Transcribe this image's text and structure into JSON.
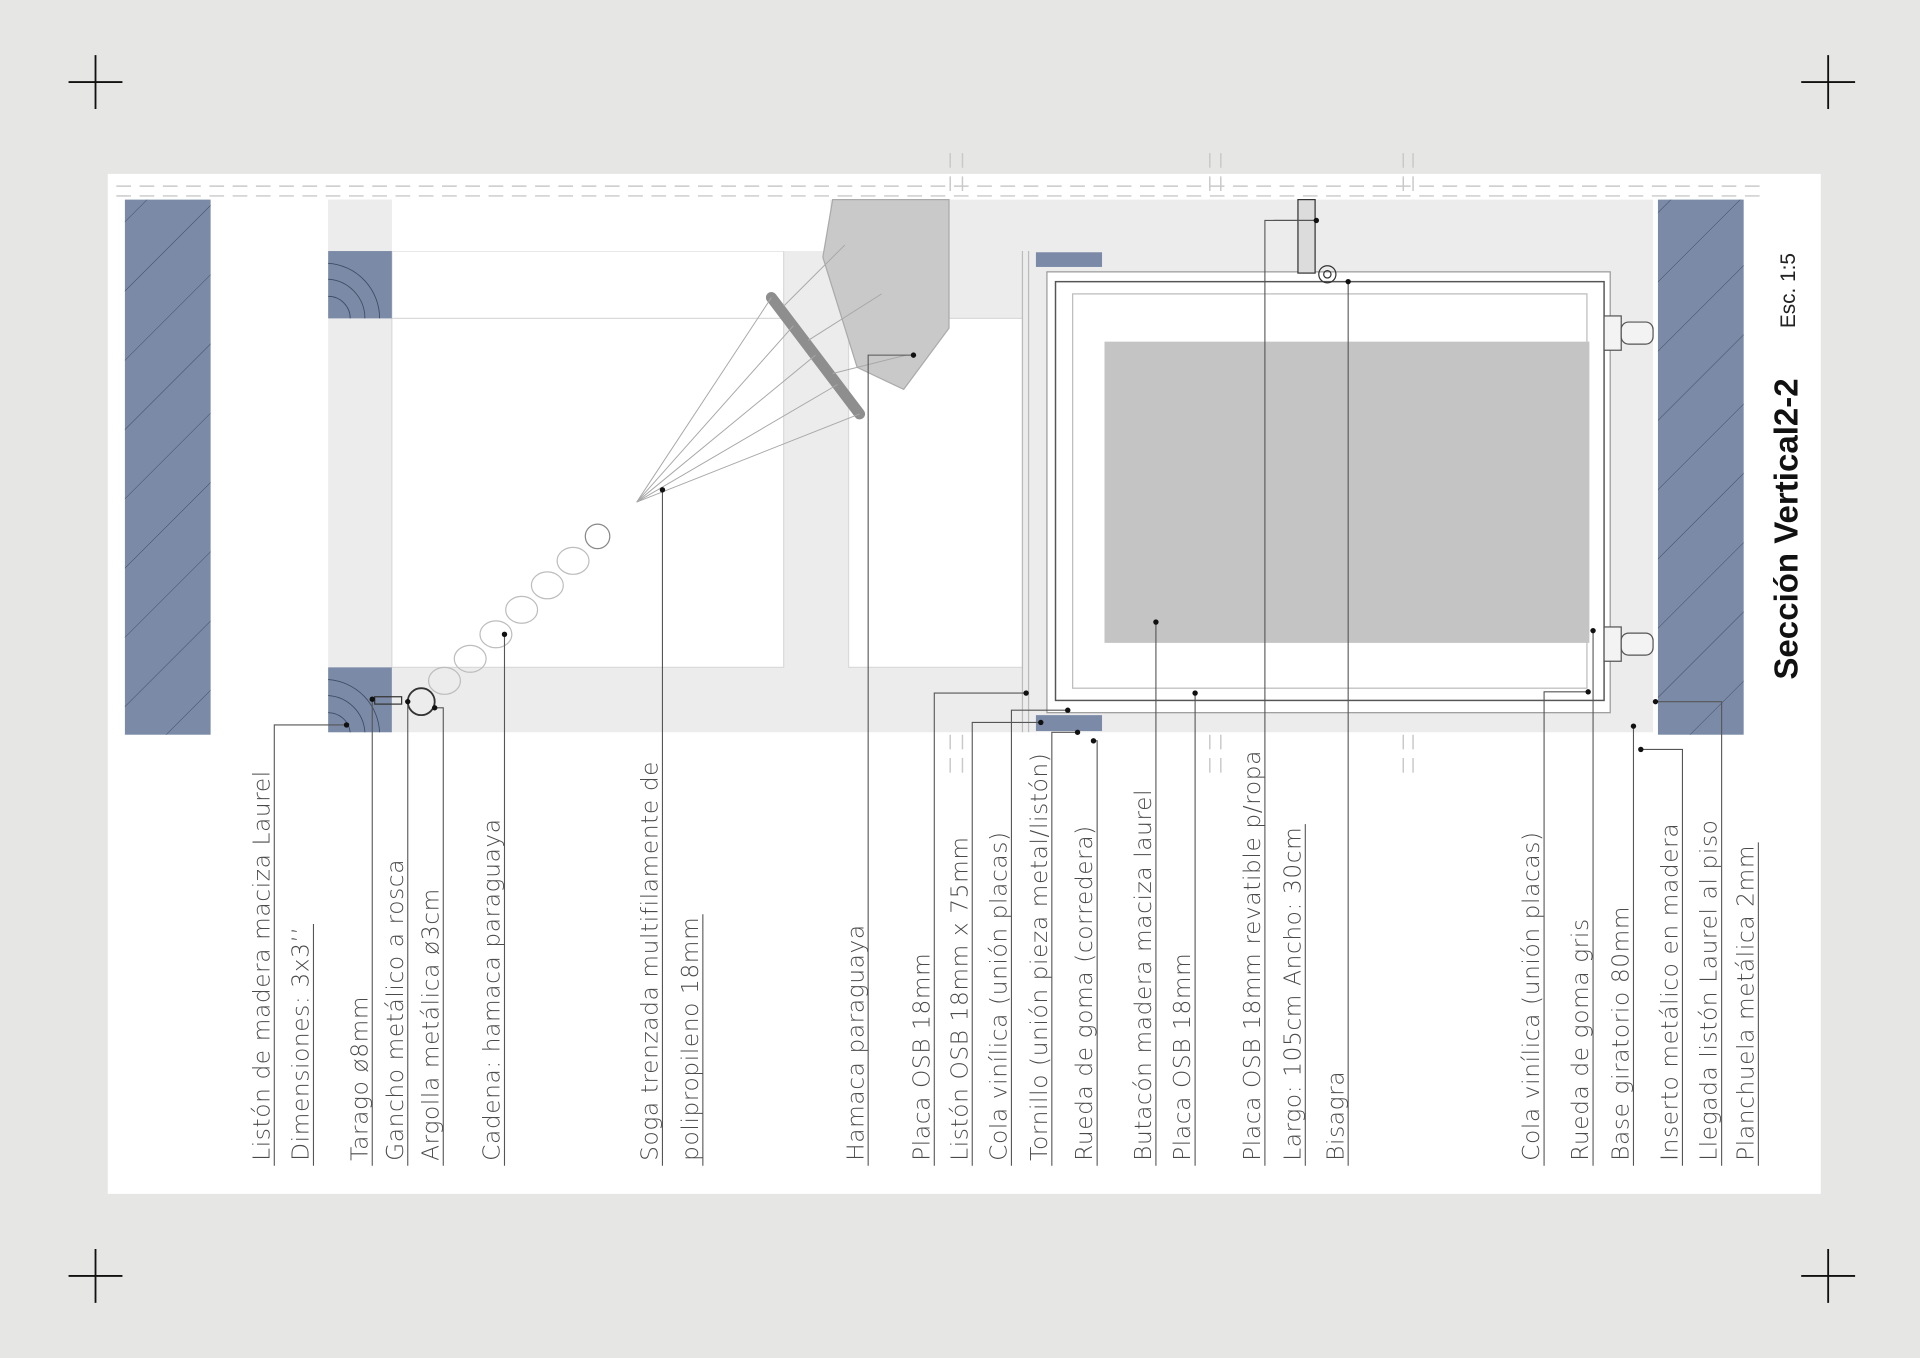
{
  "sheet": {
    "title": "Sección Vertical2-2",
    "scale": "Esc. 1:5"
  },
  "colors": {
    "wall_fill": "#7b8ba7",
    "frame_fill": "#ececec",
    "cushion_fill": "#c4c4c4",
    "hammock_fill": "#c9c9c9",
    "background": "#e6e6e4"
  },
  "labels": [
    "Listón de madera maciza Laurel",
    "Dimensiones: 3x3’’",
    "Tarago ø8mm",
    "Gancho metálico a rosca",
    "Argolla metálica ø3cm",
    "Cadena: hamaca paraguaya",
    "Soga trenzada multifilamente de",
    "polipropileno 18mm",
    "Hamaca paraguaya",
    "Placa OSB 18mm",
    "Listón OSB 18mm x 75mm",
    "Cola vinílica (unión placas)",
    "Tornillo (unión pieza metal/listón)",
    "Rueda de goma (corredera)",
    "Butacón madera maciza laurel",
    "Placa OSB 18mm",
    "Placa OSB 18mm revatible p/ropa",
    "Largo: 105cm Ancho: 30cm",
    "Bisagra",
    "Cola vinílica (unión placas)",
    "Rueda de goma gris",
    "Base giratorio 80mm",
    "Inserto metálico en madera",
    "Llegada listón Laurel al piso",
    "Planchuela metálica 2mm"
  ]
}
